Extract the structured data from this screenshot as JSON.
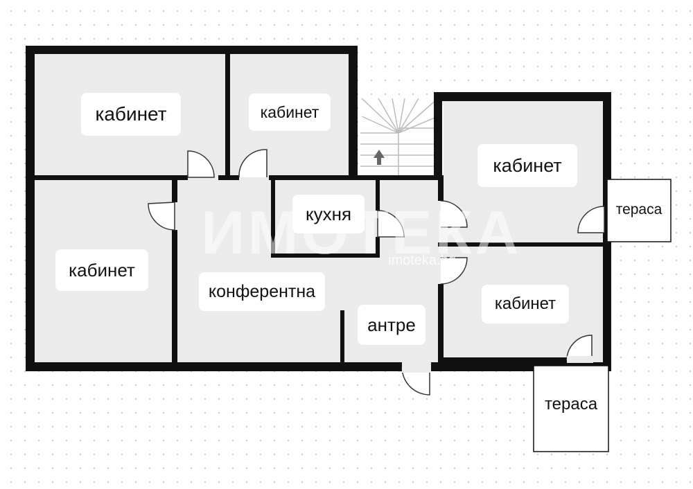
{
  "rooms": {
    "office_top_left": "кабинет",
    "office_top_mid": "кабинет",
    "office_left": "кабинет",
    "office_right_top": "кабинет",
    "office_right_bottom": "кабинет",
    "kitchen": "кухня",
    "conference": "конферентна",
    "hall": "антре",
    "terrace_right": "тераса",
    "terrace_bottom": "тераса"
  },
  "watermark": {
    "logo": "ИМОТЕКА",
    "site": "imoteka.bg"
  },
  "colors": {
    "wall": "#111111",
    "floor": "#ebebeb",
    "dots": "#b9cfe0"
  }
}
